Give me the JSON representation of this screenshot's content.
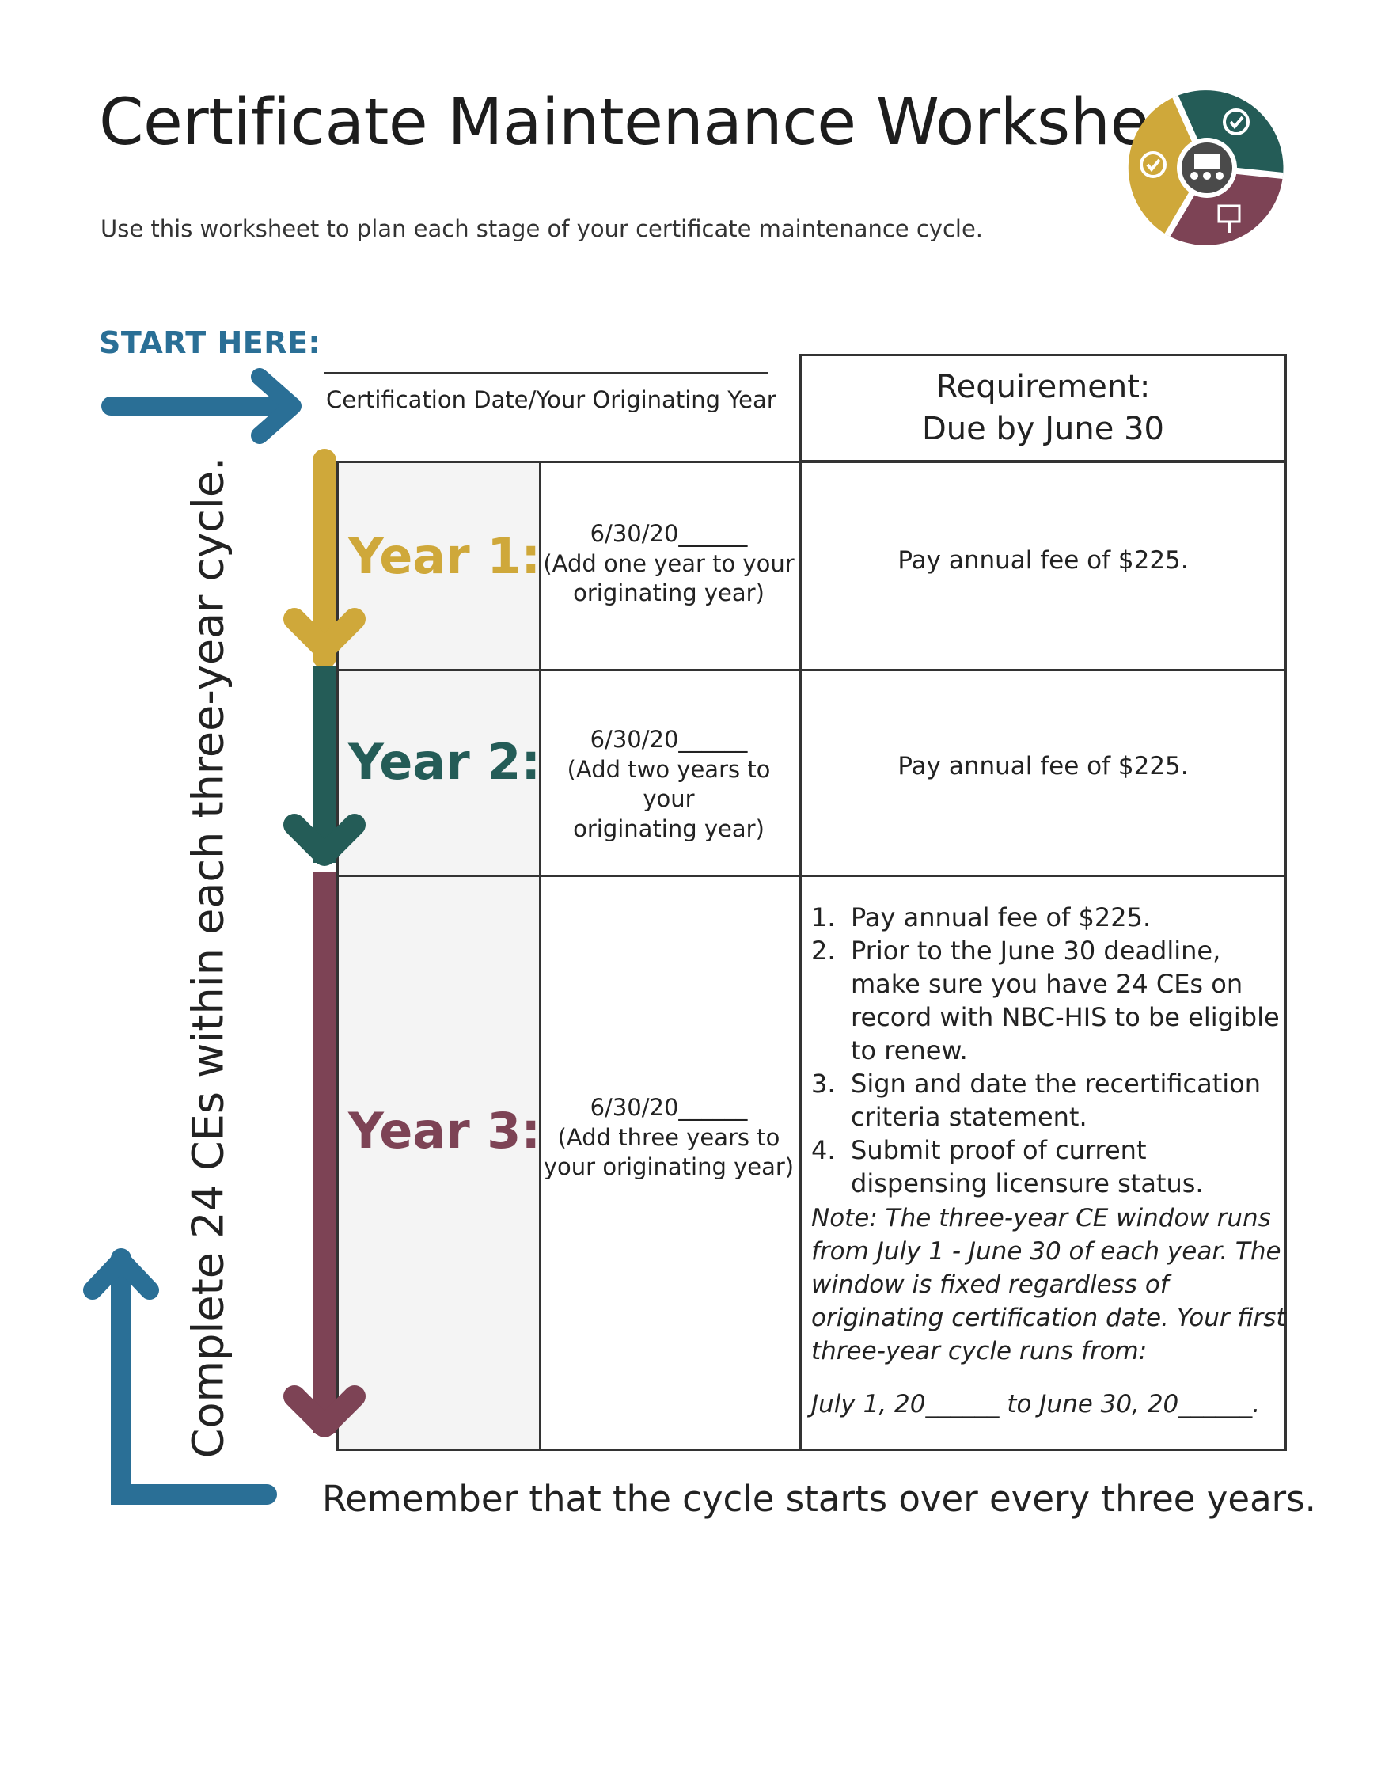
{
  "header": {
    "title": "Certificate Maintenance Worksheet",
    "subtitle": "Use this worksheet to plan each stage of your certificate maintenance cycle."
  },
  "start": {
    "label": "START HERE:",
    "originating_label": "Certification Date/Your Originating Year"
  },
  "requirement_header": {
    "line1": "Requirement:",
    "line2": "Due by June 30"
  },
  "side_text": "Complete 24 CEs within each three-year cycle.",
  "years": [
    {
      "label": "Year 1:",
      "color": "#cfa83a",
      "date": "6/30/20______",
      "date_note_line1": "(Add one year to your",
      "date_note_line2": "originating year)",
      "requirement": "Pay annual fee of $225."
    },
    {
      "label": "Year 2:",
      "color": "#245c57",
      "date": "6/30/20______",
      "date_note_line1": "(Add two years to your",
      "date_note_line2": "originating year)",
      "requirement": "Pay annual fee of $225."
    },
    {
      "label": "Year 3:",
      "color": "#7d4355",
      "date": "6/30/20______",
      "date_note_line1": "(Add three years to",
      "date_note_line2": "your originating year)",
      "requirements": [
        {
          "num": "1.",
          "text": "Pay annual fee of $225."
        },
        {
          "num": "2.",
          "text": "Prior to the June 30 deadline, make sure you have 24 CEs on record with NBC-HIS to be eligible to renew."
        },
        {
          "num": "3.",
          "text": "Sign and date the recertification criteria statement."
        },
        {
          "num": "4.",
          "text": "Submit proof of current dispensing licensure status."
        }
      ],
      "note": "Note: The three-year CE window runs from July 1 - June 30 of each year. The window is fixed regardless of originating certification date. Your first three-year cycle runs from:",
      "cycle_range": "July 1, 20______  to  June 30, 20______."
    }
  ],
  "footer": {
    "remember": "Remember that the cycle starts over every three years."
  },
  "colors": {
    "blue": "#2a6f96",
    "gold": "#cfa83a",
    "teal": "#245c57",
    "maroon": "#7d4355"
  },
  "logo": {
    "icons": [
      "check-icon",
      "presentation-icon",
      "certificate-icon"
    ]
  }
}
